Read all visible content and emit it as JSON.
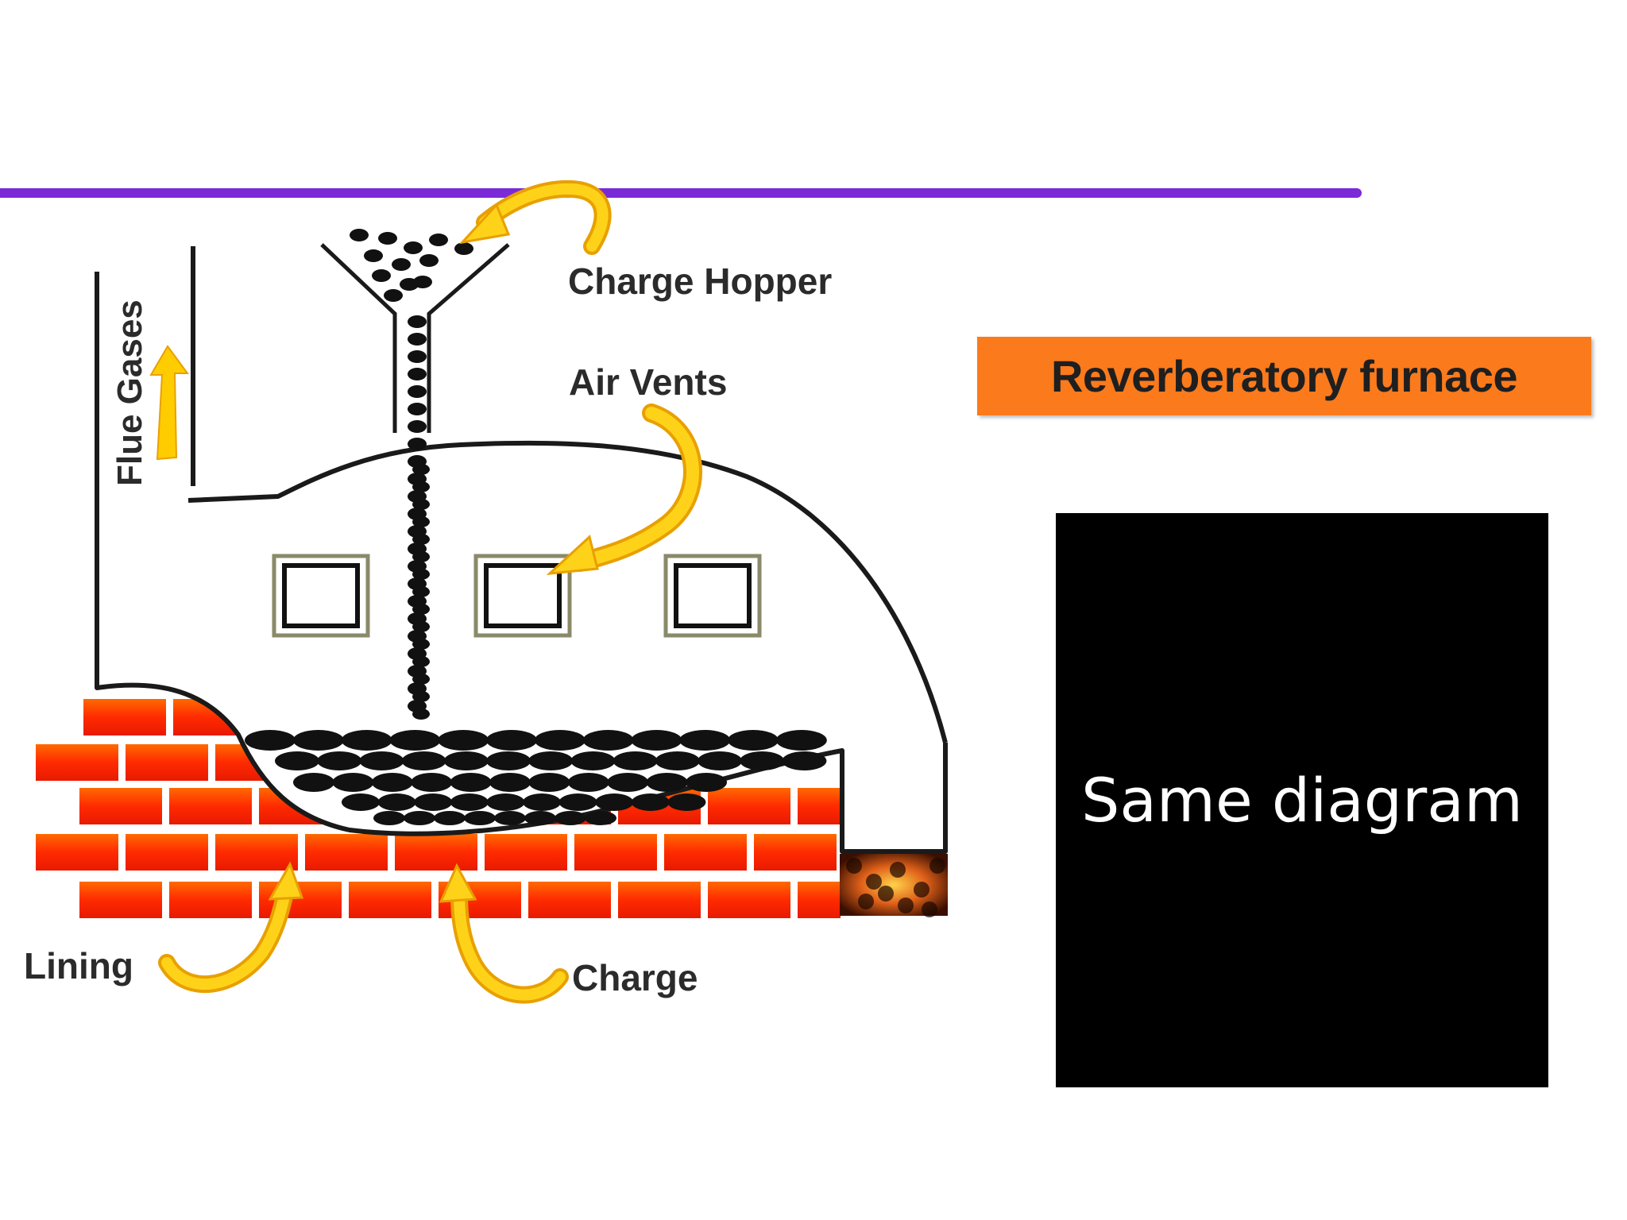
{
  "title": "Reverberatory furnace",
  "placeholder_text": "Same diagram",
  "labels": {
    "flue_gases": "Flue Gases",
    "charge_hopper": "Charge Hopper",
    "air_vents": "Air Vents",
    "lining": "Lining",
    "charge": "Charge"
  },
  "colors": {
    "accent_line": "#7a2ad6",
    "title_bg": "#fb7a1c",
    "brick": "#ff2a00",
    "arrow": "#ffc400",
    "box_bg": "#000000"
  },
  "icons": [
    "yellow-curved-arrow",
    "yellow-up-arrow"
  ]
}
